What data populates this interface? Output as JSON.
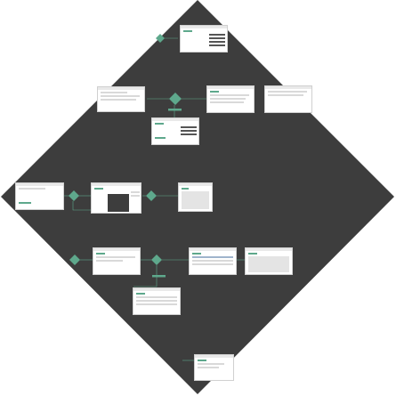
{
  "canvas": {
    "background": "#3d3d3d",
    "page_background": "#ffffff",
    "accent": "#5ea88c",
    "line_color": "#5ea88c"
  },
  "sections": {
    "flow_title": "Flow",
    "flow_caption": "",
    "lower_caption": ""
  },
  "screens": [
    {
      "id": "s1",
      "kind": "list"
    },
    {
      "id": "s2",
      "kind": "doc"
    },
    {
      "id": "s3",
      "kind": "doc"
    },
    {
      "id": "s4",
      "kind": "doc"
    },
    {
      "id": "s5",
      "kind": "list"
    },
    {
      "id": "s6",
      "kind": "blank"
    },
    {
      "id": "s7",
      "kind": "editor"
    },
    {
      "id": "s8",
      "kind": "map"
    },
    {
      "id": "s9",
      "kind": "doc"
    },
    {
      "id": "s10",
      "kind": "table"
    },
    {
      "id": "s11",
      "kind": "map"
    },
    {
      "id": "s12",
      "kind": "table"
    },
    {
      "id": "s13",
      "kind": "doc"
    }
  ],
  "decisions": [
    {
      "id": "d1"
    },
    {
      "id": "d2"
    },
    {
      "id": "d3"
    },
    {
      "id": "d4"
    },
    {
      "id": "d5"
    },
    {
      "id": "d6"
    }
  ]
}
